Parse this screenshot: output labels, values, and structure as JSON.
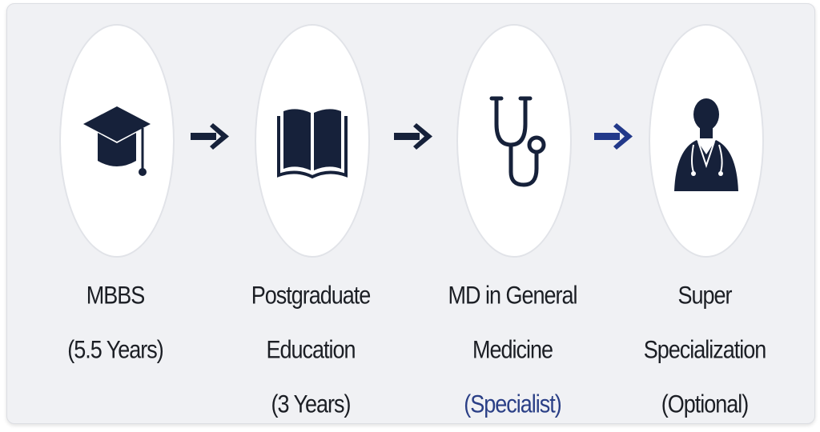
{
  "steps": [
    {
      "icon": "graduation-cap-icon",
      "lines": [
        "MBBS",
        "(5.5 Years)"
      ]
    },
    {
      "icon": "open-book-icon",
      "lines": [
        "Postgraduate",
        "Education",
        "(3 Years)"
      ]
    },
    {
      "icon": "stethoscope-icon",
      "lines": [
        "MD in General",
        "Medicine"
      ],
      "accent_line": "(Specialist)"
    },
    {
      "icon": "doctor-icon",
      "lines": [
        "Super",
        "Specialization",
        "(Optional)"
      ]
    }
  ],
  "colors": {
    "icon": "#16213a",
    "arrow": "#16213a",
    "accent_arrow": "#22398a",
    "accent_text": "#2a3f86",
    "panel": "#f0f1f4"
  }
}
